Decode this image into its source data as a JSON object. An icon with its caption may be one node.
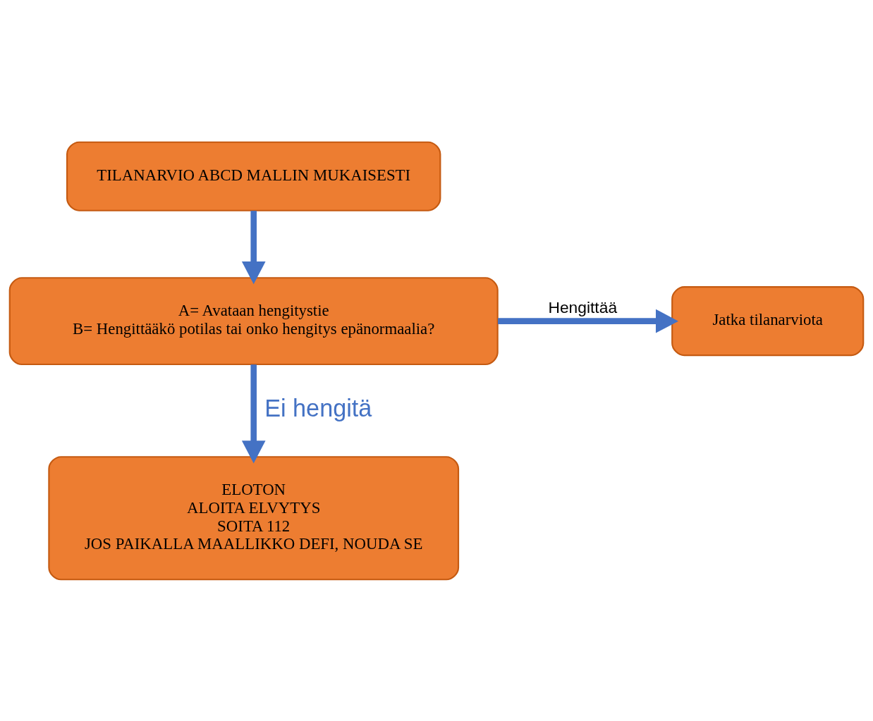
{
  "diagram": {
    "nodes": [
      {
        "text": [
          "TILANARVIO ABCD MALLIN MUKAISESTI"
        ]
      },
      {
        "text": [
          "A= Avataan hengitystie",
          "B= Hengittääkö potilas tai onko hengitys epänormaalia?"
        ]
      },
      {
        "text": [
          "Jatka tilanarviota"
        ]
      },
      {
        "text": [
          "ELOTON",
          "ALOITA ELVYTYS",
          "SOITA 112",
          "JOS PAIKALLA MAALLIKKO DEFI, NOUDA SE"
        ]
      }
    ],
    "edges": [
      {
        "from": 0,
        "to": 1,
        "arrow": "to"
      },
      {
        "from": 1,
        "to": 2,
        "arrow": "to",
        "label": "Hengittää"
      },
      {
        "from": 1,
        "to": 3,
        "arrow": "to",
        "label": "Ei hengitä"
      }
    ]
  }
}
